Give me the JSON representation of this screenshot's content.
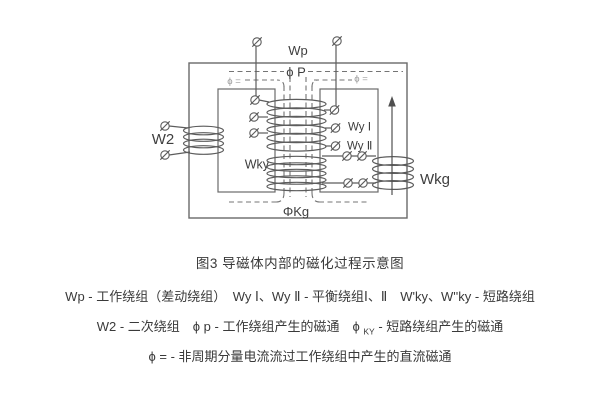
{
  "figure": {
    "caption": "图3 导磁体内部的磁化过程示意图"
  },
  "legend": {
    "line1": "Wp - 工作绕组（差动绕组）　Wy Ⅰ、Wy Ⅱ - 平衡绕组Ⅰ、Ⅱ　W'ky、W''ky - 短路绕组",
    "line2_part1": "W2 - 二次绕组　ϕ p - 工作绕组产生的磁通　ϕ ",
    "line2_sub": "KY",
    "line2_part2": " - 短路绕组产生的磁通",
    "line3": "ϕ = - 非周期分量电流流过工作绕组中产生的直流磁通"
  },
  "diagram": {
    "labels": {
      "wp": "Wp",
      "phi_p": "ϕ P",
      "phi_dc_left": "ϕ =",
      "phi_dc_right": "ϕ =",
      "w2": "W2",
      "wky": "Wky",
      "wy1": "Wy Ⅰ",
      "wy2": "Wy Ⅱ",
      "wkg": "Wkg",
      "phi_kg": "ΦKg"
    },
    "line_color": "#5c5c5c",
    "dash_color": "#747474",
    "text_color": "#3e3e3e"
  }
}
